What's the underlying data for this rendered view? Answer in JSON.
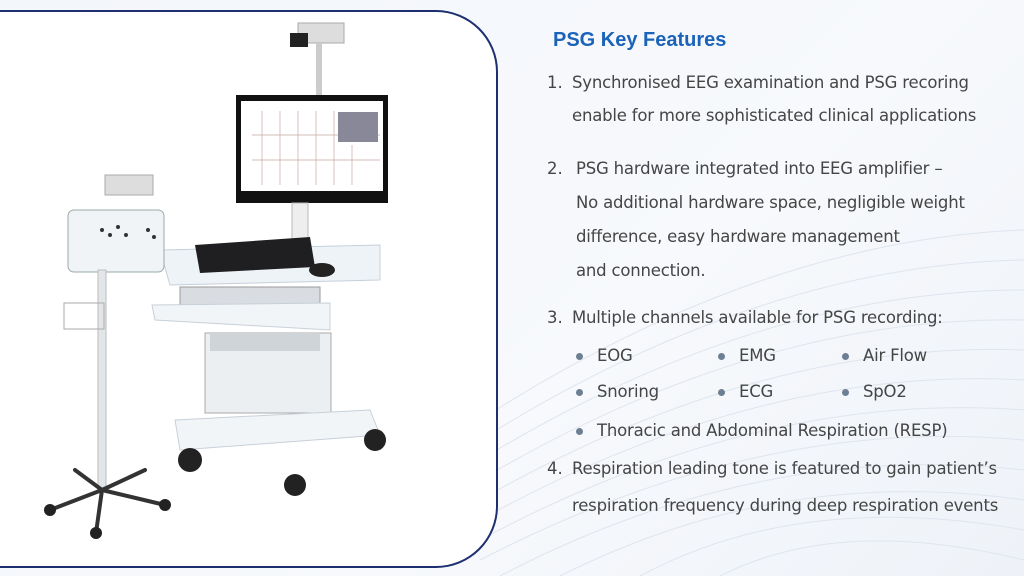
{
  "title": "PSG Key Features",
  "items": [
    {
      "num": "1.",
      "lines": [
        "Synchronised EEG examination and PSG recoring",
        "enable for more sophisticated clinical applications"
      ]
    },
    {
      "num": "2.",
      "lines": [
        "PSG hardware integrated into EEG amplifier –",
        "No additional hardware space, negligible weight",
        "difference, easy hardware management",
        "and connection."
      ]
    },
    {
      "num": "3.",
      "lines": [
        "Multiple channels available for PSG recording:"
      ],
      "channels": [
        "EOG",
        "EMG",
        "Air Flow",
        "Snoring",
        "ECG",
        "SpO2",
        "Thoracic and Abdominal Respiration (RESP)"
      ]
    },
    {
      "num": "4.",
      "lines": [
        "Respiration leading tone is featured to gain patient’s",
        "respiration frequency during deep respiration events"
      ]
    }
  ],
  "colors": {
    "accent": "#1b63b8",
    "frame": "#1d2f6f",
    "text": "#454545"
  }
}
